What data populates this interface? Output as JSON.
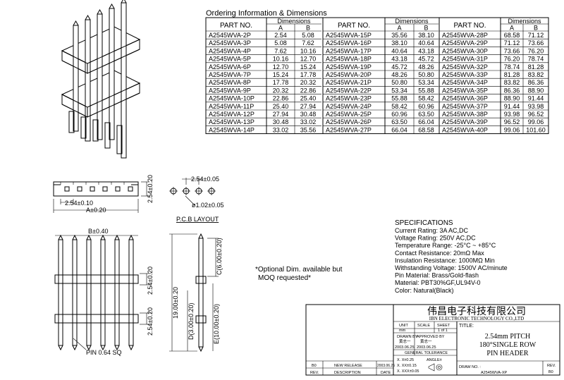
{
  "ordering": {
    "title": "Ordering Information & Dimensions",
    "head_part": "PART NO.",
    "head_dim": "Dimensions",
    "head_a": "A",
    "head_b": "B",
    "columns": [
      [
        [
          "A2545WVA-2P",
          "2.54",
          "5.08"
        ],
        [
          "A2545WVA-3P",
          "5.08",
          "7.62"
        ],
        [
          "A2545WVA-4P",
          "7.62",
          "10.16"
        ],
        [
          "A2545WVA-5P",
          "10.16",
          "12.70"
        ],
        [
          "A2545WVA-6P",
          "12.70",
          "15.24"
        ],
        [
          "A2545WVA-7P",
          "15.24",
          "17.78"
        ],
        [
          "A2545WVA-8P",
          "17.78",
          "20.32"
        ],
        [
          "A2545WVA-9P",
          "20.32",
          "22.86"
        ],
        [
          "A2545WVA-10P",
          "22.86",
          "25.40"
        ],
        [
          "A2545WVA-11P",
          "25.40",
          "27.94"
        ],
        [
          "A2545WVA-12P",
          "27.94",
          "30.48"
        ],
        [
          "A2545WVA-13P",
          "30.48",
          "33.02"
        ],
        [
          "A2545WVA-14P",
          "33.02",
          "35.56"
        ]
      ],
      [
        [
          "A2545WVA-15P",
          "35.56",
          "38.10"
        ],
        [
          "A2545WVA-16P",
          "38.10",
          "40.64"
        ],
        [
          "A2545WVA-17P",
          "40.64",
          "43.18"
        ],
        [
          "A2545WVA-18P",
          "43.18",
          "45.72"
        ],
        [
          "A2545WVA-19P",
          "45.72",
          "48.26"
        ],
        [
          "A2545WVA-20P",
          "48.26",
          "50.80"
        ],
        [
          "A2545WVA-21P",
          "50.80",
          "53.34"
        ],
        [
          "A2545WVA-22P",
          "53.34",
          "55.88"
        ],
        [
          "A2545WVA-23P",
          "55.88",
          "58.42"
        ],
        [
          "A2545WVA-24P",
          "58.42",
          "60.96"
        ],
        [
          "A2545WVA-25P",
          "60.96",
          "63.50"
        ],
        [
          "A2545WVA-26P",
          "63.50",
          "66.04"
        ],
        [
          "A2545WVA-27P",
          "66.04",
          "68.58"
        ]
      ],
      [
        [
          "A2545WVA-28P",
          "68.58",
          "71.12"
        ],
        [
          "A2545WVA-29P",
          "71.12",
          "73.66"
        ],
        [
          "A2545WVA-30P",
          "73.66",
          "76.20"
        ],
        [
          "A2545WVA-31P",
          "76.20",
          "78.74"
        ],
        [
          "A2545WVA-32P",
          "78.74",
          "81.28"
        ],
        [
          "A2545WVA-33P",
          "81.28",
          "83.82"
        ],
        [
          "A2545WVA-34P",
          "83.82",
          "86.36"
        ],
        [
          "A2545WVA-35P",
          "86.36",
          "88.90"
        ],
        [
          "A2545WVA-36P",
          "88.90",
          "91.44"
        ],
        [
          "A2545WVA-37P",
          "91.44",
          "93.98"
        ],
        [
          "A2545WVA-38P",
          "93.98",
          "96.52"
        ],
        [
          "A2545WVA-39P",
          "96.52",
          "99.06"
        ],
        [
          "A2545WVA-40P",
          "99.06",
          "101.60"
        ]
      ]
    ]
  },
  "dims": {
    "pitch_top": "2.54±0.10",
    "a_tol": "A±0.20",
    "height": "2.54±0.20",
    "pcb_pitch": "2.54±0.05",
    "hole": "ø1.02±0.05",
    "pcb_label": "P.C.B LAYOUT",
    "b_tol": "B±0.40",
    "c_dim": "C(6.00±0.20)",
    "mid_254": "2.54±0.20",
    "total": "19.00±0.20",
    "d_dim": "D(3.00±0.20)",
    "e_dim": "E(10.00±0.20)",
    "low_254": "2.54±0.20",
    "pin": "PIN 0.64 SQ"
  },
  "note": {
    "line1": "*Optional Dim. available but",
    "line2": "MOQ requested*"
  },
  "specs": {
    "title": "SPECIFICATIONS",
    "lines": [
      "Current Rating: 3A AC,DC",
      "Voltage Rating: 250V AC,DC",
      "Temperature Range: -25°C ~ +85°C",
      "Contact Resistance: 20mΩ Max",
      "Insulation Resistance: 1000MΩ Min",
      "Withstanding Voltage: 1500V AC/minute",
      "Pin Material: Brass/Gold-flash",
      "Material: PBT30%GF,UL94V-0",
      "Color: Natural(Black)"
    ]
  },
  "titleblock": {
    "company_cn": "伟昌电子科技有限公司",
    "company_en": "IBN ELECTRONIC TECHNOLOGY CO.,LTD",
    "unit_label": "UNIT",
    "unit_value": "mm",
    "scale_label": "SCALE",
    "sheet_label": "SHEET",
    "sheet_value": "1 of 1",
    "title_label": "TITLE:",
    "drawn_label": "DRAWN BY",
    "drawn_name": "黄志一",
    "drawn_date": "2003.06.25",
    "approved_label": "APPROVED BY",
    "approved_name": "黄志一",
    "approved_date": "2003.06.25",
    "title_line1": "2.54mm PITCH",
    "title_line2": "180°SINGLE ROW",
    "title_line3": "PIN HEADER",
    "tolerance_label": "GENERAL TOLERANCE",
    "tol_x": "X. X±0.25",
    "tol_xx": "X. XX±0.15",
    "tol_xxx": "X. XXX±0.05",
    "angle_label": "ANGLE±",
    "rev_code": "B0",
    "rev_desc": "NEW RELEASE",
    "rev_date": "2003.06.25",
    "rev_col": "REV.",
    "desc_col": "DESCRIPTION",
    "date_col": "DATE",
    "drawno_label": "DRAW NO. :",
    "drawno_value": "A2545WVA-XP",
    "rev_label": "REV.",
    "rev_value": "B0"
  }
}
